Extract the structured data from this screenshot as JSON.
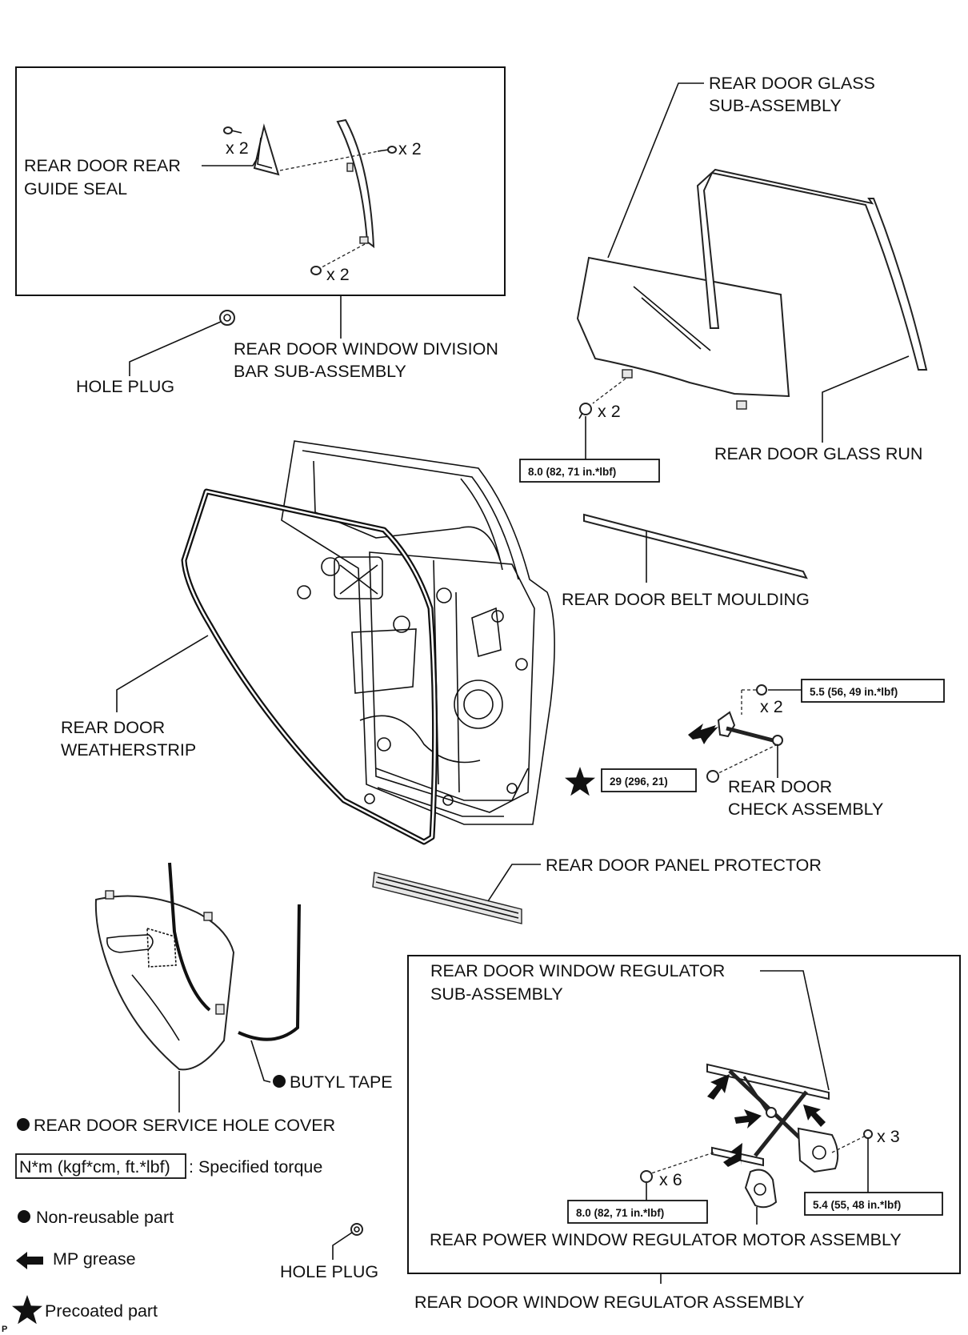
{
  "labels": {
    "rear_guide_seal_1": "REAR DOOR REAR",
    "rear_guide_seal_2": "GUIDE SEAL",
    "division_bar_1": "REAR DOOR WINDOW DIVISION",
    "division_bar_2": "BAR SUB-ASSEMBLY",
    "hole_plug_top": "HOLE PLUG",
    "glass_1": "REAR DOOR GLASS",
    "glass_2": "SUB-ASSEMBLY",
    "glass_run": "REAR DOOR GLASS RUN",
    "belt_moulding": "REAR DOOR BELT MOULDING",
    "weatherstrip_1": "REAR DOOR",
    "weatherstrip_2": "WEATHERSTRIP",
    "check_1": "REAR DOOR",
    "check_2": "CHECK ASSEMBLY",
    "panel_protector": "REAR DOOR PANEL PROTECTOR",
    "regulator_sub_1": "REAR DOOR WINDOW REGULATOR",
    "regulator_sub_2": "SUB-ASSEMBLY",
    "butyl_tape": "BUTYL TAPE",
    "service_hole_cover": "REAR DOOR SERVICE HOLE COVER",
    "motor_assembly": "REAR POWER WINDOW REGULATOR MOTOR ASSEMBLY",
    "hole_plug_bottom": "HOLE PLUG",
    "regulator_assembly": "REAR DOOR WINDOW REGULATOR ASSEMBLY",
    "page_mark": "P"
  },
  "counts": {
    "seal_screws": "x 2",
    "bar_screws_top": "x 2",
    "bar_screws_bottom": "x 2",
    "glass_bolts": "x 2",
    "check_nuts": "x 2",
    "regulator_bolts": "x 6",
    "regulator_nuts": "x 3"
  },
  "torques": {
    "glass_bolts": "8.0 (82, 71 in.*lbf)",
    "check_nuts": "5.5 (56, 49 in.*lbf)",
    "check_bolt": "29 (296, 21)",
    "regulator_bolts": "8.0 (82, 71 in.*lbf)",
    "regulator_nuts": "5.4 (55, 48 in.*lbf)"
  },
  "legend": {
    "torque_box": "N*m (kgf*cm, ft.*lbf)",
    "torque_text": ": Specified torque",
    "non_reusable": "Non-reusable part",
    "mp_grease": "MP grease",
    "precoated": "Precoated part"
  }
}
